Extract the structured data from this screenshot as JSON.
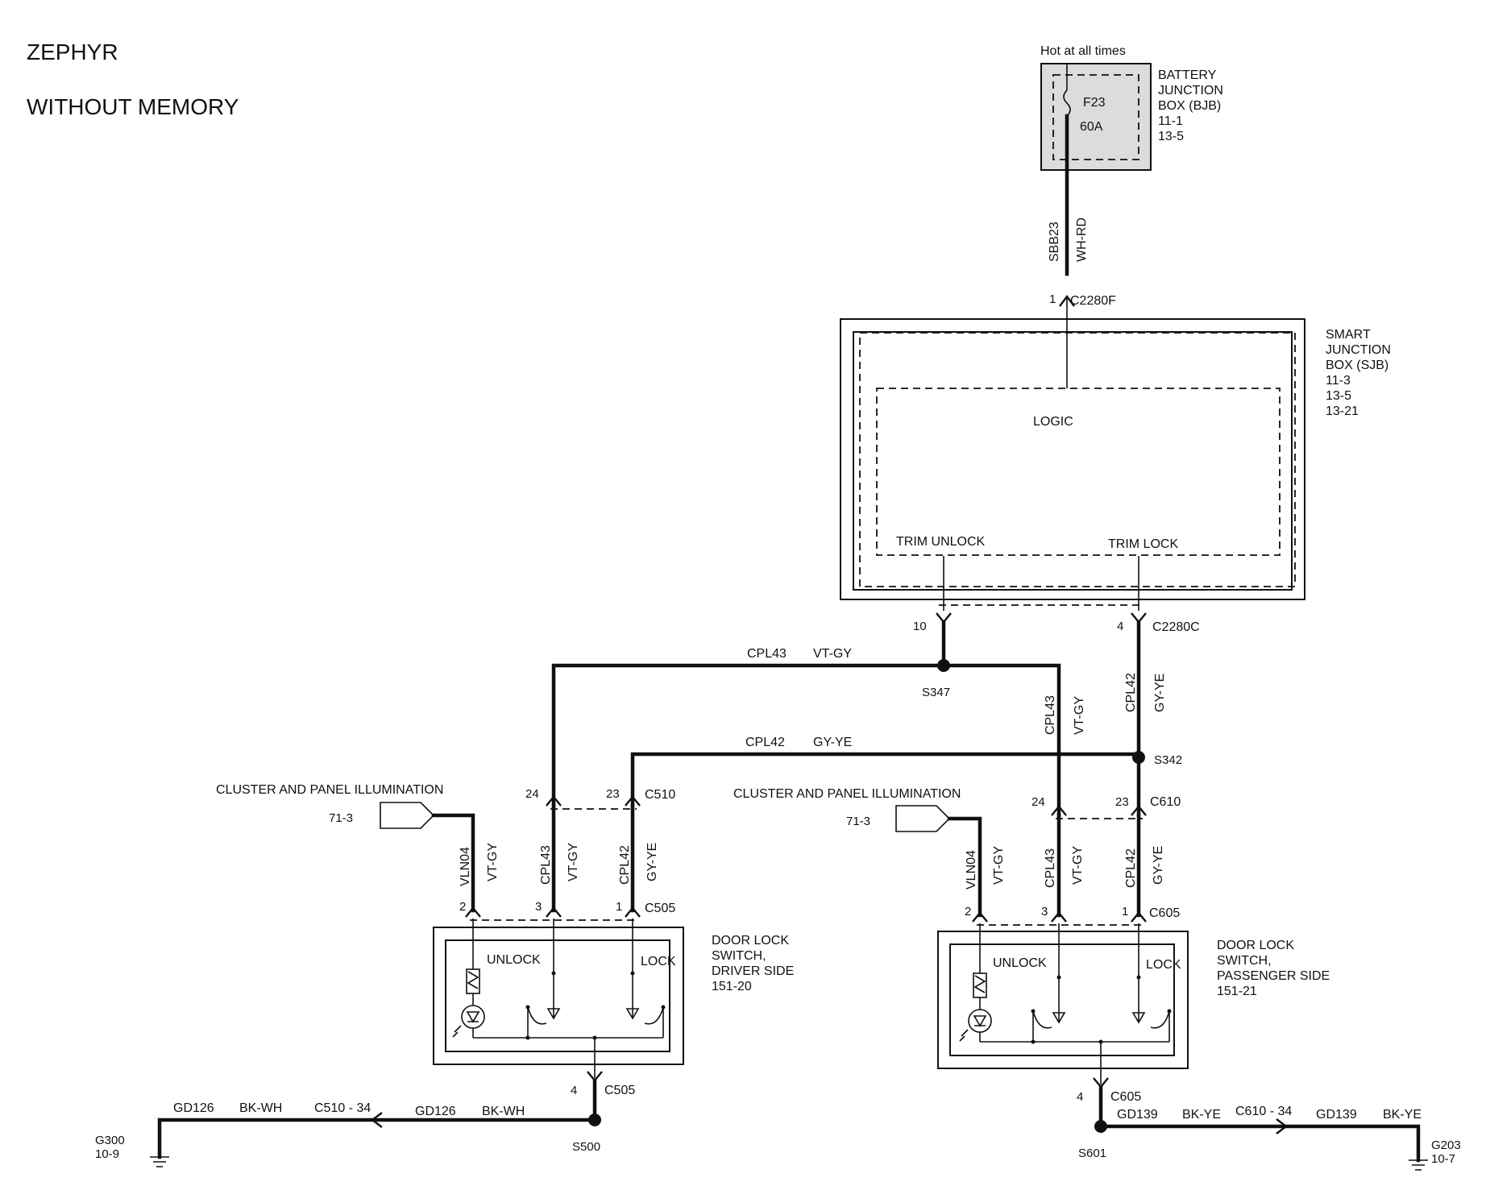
{
  "header": {
    "title": "ZEPHYR",
    "subtitle": "WITHOUT MEMORY"
  },
  "bjb": {
    "hot_label": "Hot at all times",
    "fuse_id": "F23",
    "fuse_rating": "60A",
    "name": "BATTERY\nJUNCTION\nBOX (BJB)\n11-1\n13-5"
  },
  "feed": {
    "circuit": "SBB23",
    "color": "WH-RD",
    "pin": "1",
    "connector": "C2280F"
  },
  "sjb": {
    "name": "SMART\nJUNCTION\nBOX (SJB)\n11-3\n13-5\n13-21",
    "logic": "LOGIC",
    "trim_unlock": "TRIM UNLOCK",
    "trim_lock": "TRIM LOCK",
    "pin_unlock": "10",
    "pin_lock": "4",
    "connector": "C2280C"
  },
  "wires": {
    "cpl43": "CPL43",
    "vtgy": "VT-GY",
    "cpl42": "CPL42",
    "gyye": "GY-YE",
    "vln04": "VLN04",
    "gd126": "GD126",
    "bkwh": "BK-WH",
    "gd139": "GD139",
    "bkye": "BK-YE"
  },
  "splices": {
    "s347": "S347",
    "s342": "S342",
    "s500": "S500",
    "s601": "S601"
  },
  "illum": {
    "label": "CLUSTER AND PANEL ILLUMINATION",
    "ref": "71-3"
  },
  "driver": {
    "c510": "C510",
    "pin24": "24",
    "pin23": "23",
    "c505": "C505",
    "pin2": "2",
    "pin3": "3",
    "pin1": "1",
    "pin4": "4",
    "unlock": "UNLOCK",
    "lock": "LOCK",
    "name": "DOOR LOCK\nSWITCH,\nDRIVER SIDE\n151-20",
    "inline": "C510 - 34",
    "ground": "G300\n10-9"
  },
  "passenger": {
    "c610": "C610",
    "pin24": "24",
    "pin23": "23",
    "c605": "C605",
    "pin2": "2",
    "pin3": "3",
    "pin1": "1",
    "pin4": "4",
    "unlock": "UNLOCK",
    "lock": "LOCK",
    "name": "DOOR LOCK\nSWITCH,\nPASSENGER SIDE\n151-21",
    "inline": "C610 - 34",
    "ground": "G203\n10-7"
  }
}
